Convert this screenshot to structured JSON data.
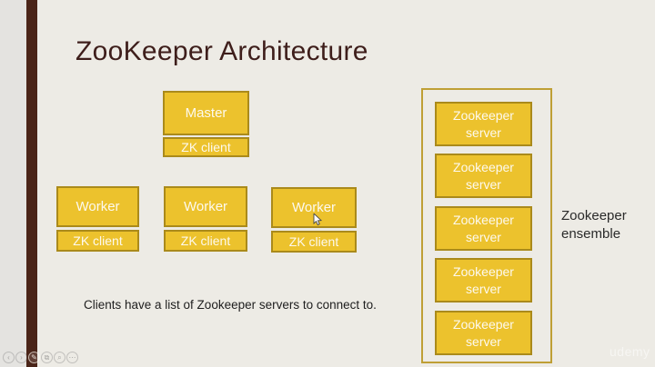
{
  "slide": {
    "title": "ZooKeeper Architecture",
    "caption": "Clients have a list of Zookeeper servers to connect to.",
    "watermark": "udemy"
  },
  "diagram": {
    "master": {
      "label": "Master",
      "client": "ZK client"
    },
    "workers": [
      {
        "label": "Worker",
        "client": "ZK client"
      },
      {
        "label": "Worker",
        "client": "ZK client"
      },
      {
        "label": "Worker",
        "client": "ZK client"
      }
    ],
    "ensemble": {
      "label": "Zookeeper ensemble",
      "servers": [
        "Zookeeper server",
        "Zookeeper server",
        "Zookeeper server",
        "Zookeeper server",
        "Zookeeper server"
      ]
    }
  },
  "player_controls": {
    "back": "‹",
    "forward": "›",
    "pencil": "✎",
    "frame": "⧉",
    "magnifier": "⌕",
    "more": "⋯"
  },
  "colors": {
    "slide_bg": "#edebe5",
    "gutter_bg": "#e4e3e0",
    "accent_bar": "#4a2418",
    "box_fill": "#ecc22d",
    "box_border": "#aa8a1b",
    "ensemble_border": "#bf9f35",
    "box_text": "#fdf9ee",
    "title_color": "#3e1e1b",
    "body_text": "#1e1e1e"
  }
}
